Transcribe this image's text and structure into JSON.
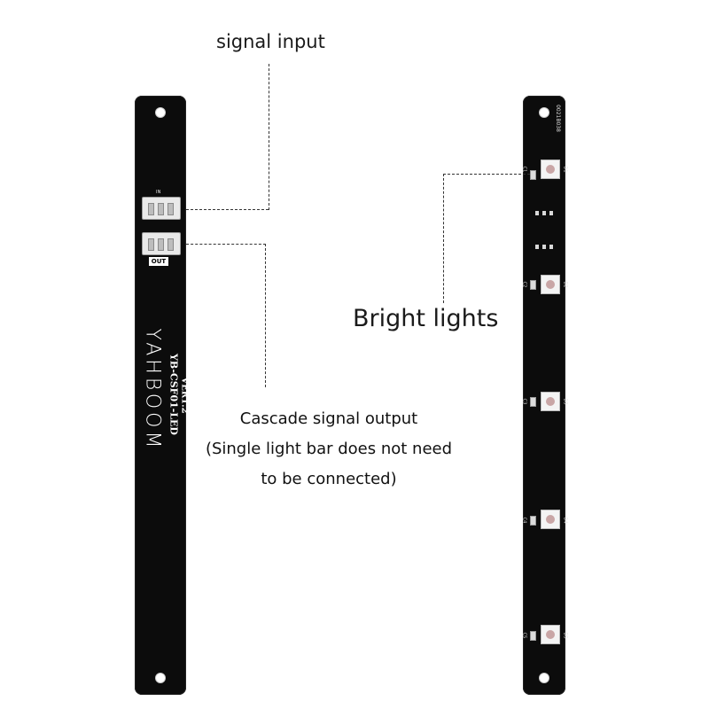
{
  "labels": {
    "signal_input": "signal input",
    "bright_lights": "Bright lights",
    "cascade_lines": [
      "Cascade signal output",
      "(Single light bar does not need",
      "to be connected)"
    ]
  },
  "left_board": {
    "brand": "YAHBOOM",
    "model": "YB-CSF01-LED",
    "version": "VER1.2",
    "out_label": "OUT",
    "in_label": "IN"
  },
  "right_board": {
    "leds": [
      "D1",
      "D2",
      "D3",
      "D4",
      "D5"
    ],
    "caps": [
      "C1",
      "C2",
      "C3",
      "C4",
      "C5"
    ],
    "code": "0021B038"
  }
}
